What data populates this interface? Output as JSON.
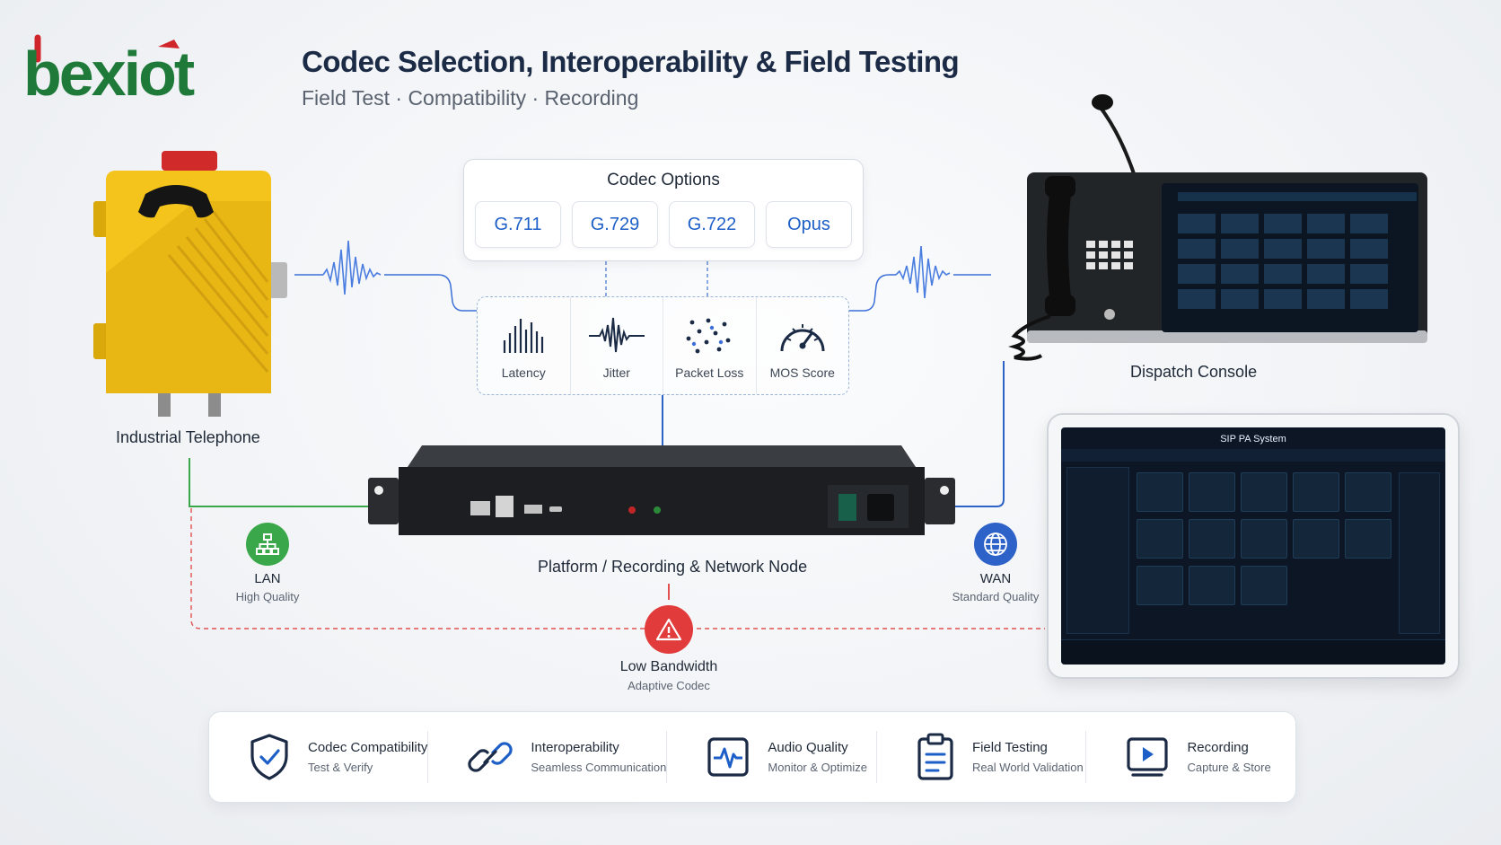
{
  "header": {
    "brand": "bexiot",
    "title": "Codec Selection, Interoperability & Field Testing",
    "subtitle": "Field Test · Compatibility · Recording"
  },
  "codec_options": {
    "title": "Codec Options",
    "items": [
      "G.711",
      "G.729",
      "G.722",
      "Opus"
    ]
  },
  "metrics": [
    {
      "label": "Latency",
      "icon": "bars-icon"
    },
    {
      "label": "Jitter",
      "icon": "waveform-icon"
    },
    {
      "label": "Packet Loss",
      "icon": "dots-icon"
    },
    {
      "label": "MOS Score",
      "icon": "gauge-icon"
    }
  ],
  "devices": {
    "telephone": "Industrial Telephone",
    "console": "Dispatch Console",
    "platform": "Platform / Recording & Network Node",
    "tablet_title": "SIP PA System"
  },
  "networks": {
    "lan": {
      "title": "LAN",
      "sub": "High Quality"
    },
    "wan": {
      "title": "WAN",
      "sub": "Standard Quality"
    },
    "low": {
      "title": "Low Bandwidth",
      "sub": "Adaptive Codec"
    }
  },
  "features": [
    {
      "title": "Codec Compatibility",
      "sub": "Test & Verify",
      "icon": "shield-check-icon"
    },
    {
      "title": "Interoperability",
      "sub": "Seamless Communication",
      "icon": "link-icon"
    },
    {
      "title": "Audio Quality",
      "sub": "Monitor & Optimize",
      "icon": "pulse-monitor-icon"
    },
    {
      "title": "Field Testing",
      "sub": "Real World Validation",
      "icon": "clipboard-icon"
    },
    {
      "title": "Recording",
      "sub": "Capture & Store",
      "icon": "play-box-icon"
    }
  ],
  "colors": {
    "brand_green": "#1f7a3a",
    "brand_red": "#d0262b",
    "accent_blue": "#1d5fc7",
    "lan_green": "#3aa84a",
    "alert_red": "#e23b3b",
    "navy": "#1b2a45"
  }
}
